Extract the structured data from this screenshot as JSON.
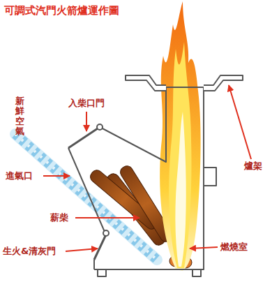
{
  "diagram": {
    "title": "可調式汽門火箭爐運作圖",
    "labels": [
      "新鮮空氣",
      "入柴口門",
      "爐架",
      "進氣口",
      "薪柴",
      "生火&清灰門",
      "燃燒室"
    ]
  }
}
